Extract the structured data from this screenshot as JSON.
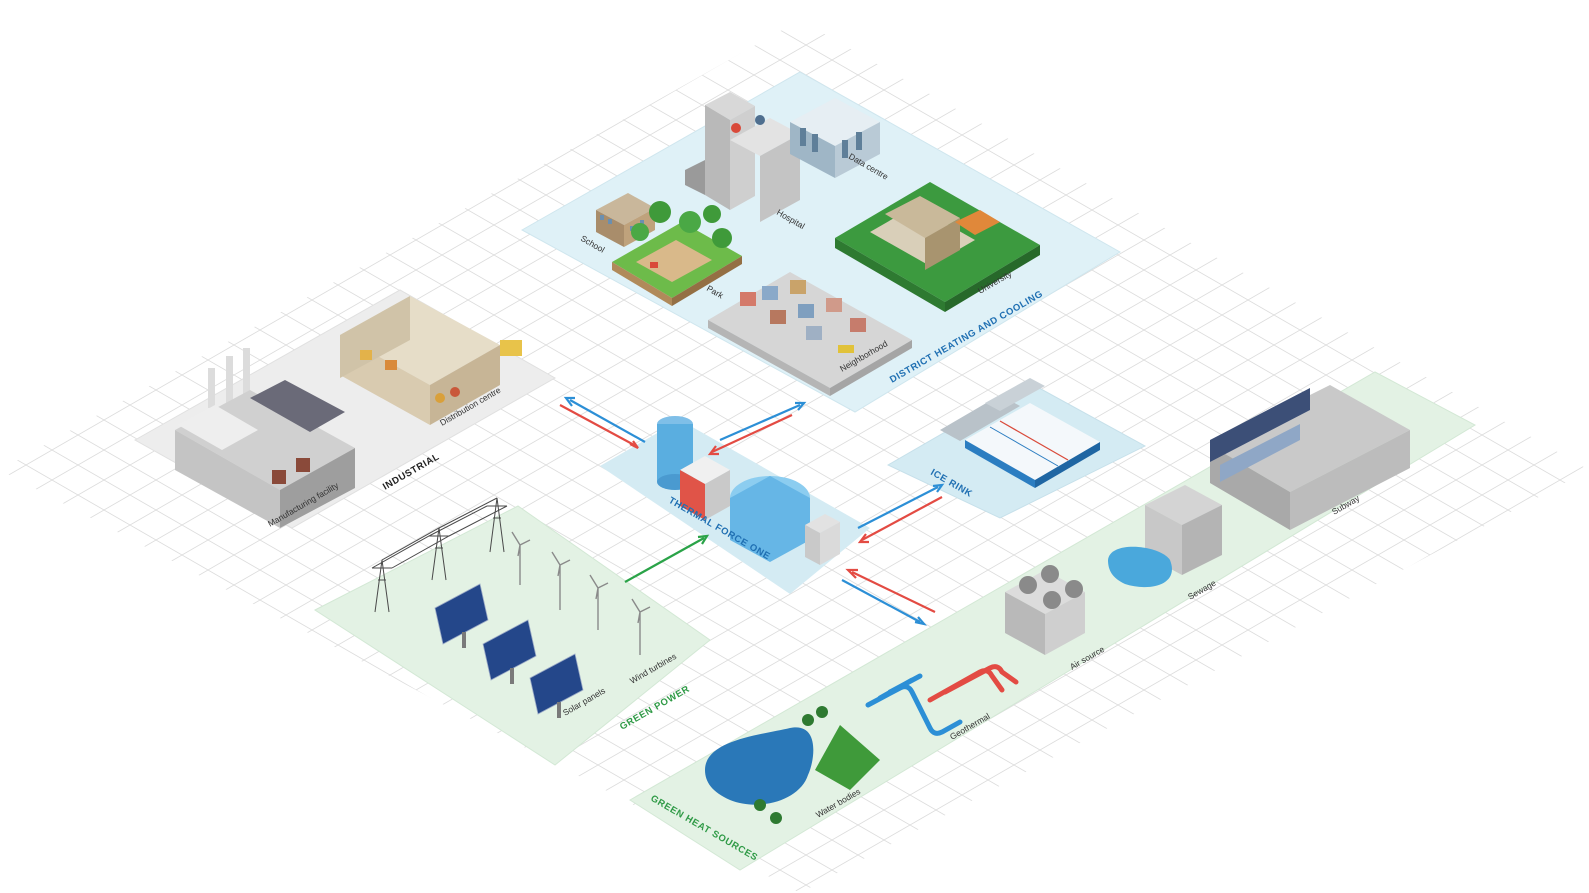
{
  "zones": {
    "district": "DISTRICT HEATING AND COOLING",
    "industrial": "INDUSTRIAL",
    "ice_rink": "ICE RINK",
    "green_power": "GREEN POWER",
    "green_heat": "GREEN HEAT SOURCES",
    "central": "THERMAL FORCE ONE"
  },
  "labels": {
    "school": "School",
    "park": "Park",
    "hospital": "Hospital",
    "data_centre": "Data centre",
    "university": "University",
    "neighborhood": "Neighborhood",
    "distribution_centre": "Distribution centre",
    "manufacturing_facility": "Manufacturing facility",
    "solar_panels": "Solar panels",
    "wind_turbines": "Wind turbines",
    "water_bodies": "Water bodies",
    "geothermal": "Geothermal",
    "air_source": "Air source",
    "sewage": "Sewage",
    "subway": "Subway"
  },
  "colors": {
    "district_tile": "#dff1f7",
    "industrial_tile": "#ededed",
    "green_tile": "#e3f2e4",
    "central_tile": "#d4ebf3",
    "hot_arrow": "#e34b43",
    "cold_arrow": "#2c8fd6",
    "power_arrow": "#2aa348",
    "grid_line": "#d9d9d9"
  }
}
